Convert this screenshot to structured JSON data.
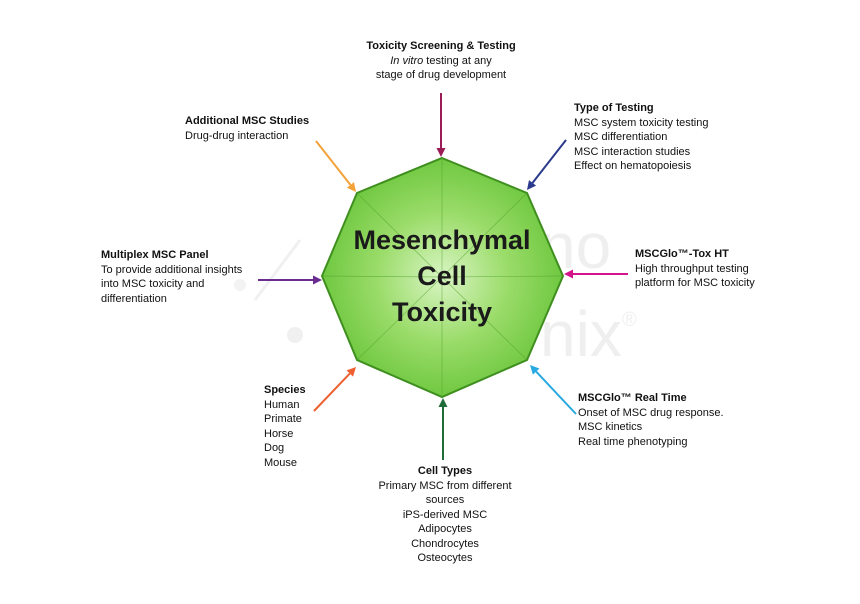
{
  "center": {
    "lines": [
      "Mesenchymal",
      "Cell",
      "Toxicity"
    ],
    "fill_inner": "#d9f5c4",
    "fill_outer": "#5cbf2e",
    "stroke": "#3f8f1f"
  },
  "watermark": {
    "lines": [
      "no",
      "nix",
      "®"
    ],
    "color": "#eeeeee"
  },
  "nodes": [
    {
      "id": "top",
      "title": "Toxicity Screening & Testing",
      "lines": [
        "In vitro testing at any",
        "stage of drug development"
      ],
      "arrow_color": "#9b1b57"
    },
    {
      "id": "top-right",
      "title": "Type of Testing",
      "lines": [
        "MSC system toxicity testing",
        "MSC differentiation",
        "MSC interaction studies",
        "Effect on hematopoiesis"
      ],
      "arrow_color": "#2b3a8c"
    },
    {
      "id": "right",
      "title": "MSCGlo™-Tox HT",
      "lines": [
        "High throughput testing",
        "platform for MSC toxicity"
      ],
      "arrow_color": "#d4148a"
    },
    {
      "id": "bottom-right",
      "title": "MSCGlo™ Real Time",
      "lines": [
        "Onset of MSC drug response.",
        "MSC kinetics",
        "Real time phenotyping"
      ],
      "arrow_color": "#29a9e1"
    },
    {
      "id": "bottom",
      "title": "Cell Types",
      "lines": [
        "Primary MSC from different",
        "sources",
        "iPS-derived MSC",
        "Adipocytes",
        "Chondrocytes",
        "Osteocytes"
      ],
      "arrow_color": "#1f6b3a"
    },
    {
      "id": "bottom-left",
      "title": "Species",
      "lines": [
        "Human",
        "Primate",
        "Horse",
        "Dog",
        "Mouse"
      ],
      "arrow_color": "#ee6030"
    },
    {
      "id": "left",
      "title": "Multiplex  MSC Panel",
      "lines": [
        "To provide additional insights",
        "into MSC toxicity and",
        "differentiation"
      ],
      "arrow_color": "#6a2d8f"
    },
    {
      "id": "top-left",
      "title": "Additional MSC Studies",
      "lines": [
        "Drug-drug interaction"
      ],
      "arrow_color": "#f3a23a"
    }
  ]
}
